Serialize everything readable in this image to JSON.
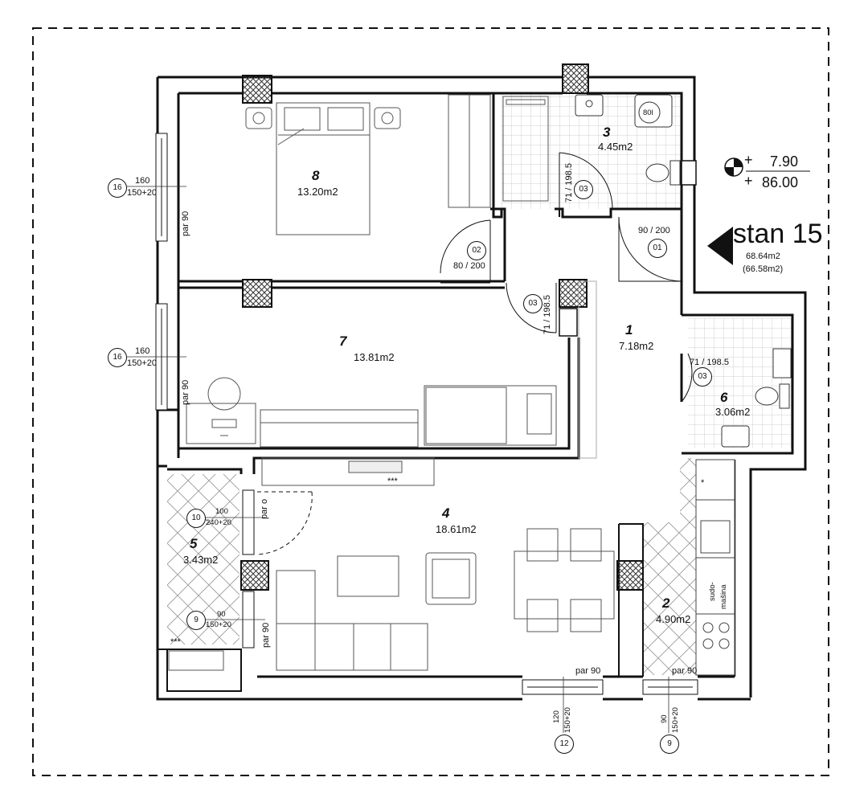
{
  "unit": {
    "title": "stan 15",
    "area_net": "68.64m2",
    "area_gross": "(66.58m2)",
    "level_1": "7.90",
    "level_2": "86.00"
  },
  "rooms": [
    {
      "number": "1",
      "area": "7.18m2"
    },
    {
      "number": "2",
      "area": "4.90m2"
    },
    {
      "number": "3",
      "area": "4.45m2"
    },
    {
      "number": "4",
      "area": "18.61m2"
    },
    {
      "number": "5",
      "area": "3.43m2"
    },
    {
      "number": "6",
      "area": "3.06m2"
    },
    {
      "number": "7",
      "area": "13.81m2"
    },
    {
      "number": "8",
      "area": "13.20m2"
    }
  ],
  "doors": {
    "d01": {
      "tag": "01",
      "size": "90 / 200"
    },
    "d02": {
      "tag": "02",
      "size": "80 / 200"
    },
    "d03_bath": {
      "tag": "03",
      "size": "71 / 198.5"
    },
    "d03_room7": {
      "tag": "03",
      "size": "71 / 198.5"
    },
    "d03_wc": {
      "tag": "03",
      "size": "71 / 198.5"
    }
  },
  "windows": {
    "w16a": {
      "tag": "16",
      "size": "160",
      "height": "150+20",
      "sill": "par 90"
    },
    "w16b": {
      "tag": "16",
      "size": "160",
      "height": "150+20",
      "sill": "par 90"
    },
    "w10": {
      "tag": "10",
      "size": "100",
      "height": "240+20",
      "sill": "par o"
    },
    "w9_balcony": {
      "tag": "9",
      "size": "90",
      "height": "150+20",
      "sill": "par 90"
    },
    "w12": {
      "tag": "12",
      "size": "120",
      "height": "150+20",
      "sill": "par 90"
    },
    "w9_kitchen": {
      "tag": "9",
      "size": "90",
      "height": "150+20",
      "sill": "par 90"
    }
  },
  "fixtures": {
    "boiler": "80l",
    "appliance_1": "sudo-",
    "appliance_2": "mašina",
    "marks_tv": "***",
    "marks_balcony": "***",
    "mark_kitchen": "*"
  },
  "colors": {
    "wall": "#111111",
    "tile": "#bdbdbd",
    "furniture": "#555555"
  }
}
